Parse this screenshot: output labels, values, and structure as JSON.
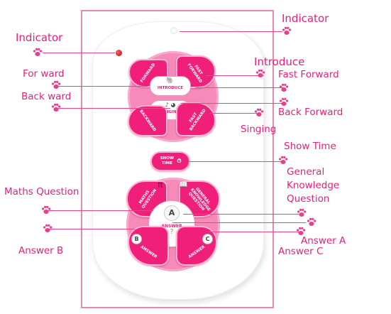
{
  "labels": {
    "indicator_top": "Indicator",
    "indicator_left": "Indicator",
    "introduce": "Introduce",
    "forward": "For ward",
    "fast_forward": "Fast Forward",
    "backward": "Back ward",
    "back_forward": "Back Forward",
    "singing": "Singing",
    "show_time": "Show Time",
    "general_knowledge": "General Knowledge Question",
    "maths_question": "Maths Question",
    "answer_a": "Answer A",
    "answer_b": "Answer B",
    "answer_c": "Answer C"
  },
  "buttons": {
    "forward": "FORWARD",
    "fast_forward": "FAST FORWARD",
    "introduce": "INTRODUCE",
    "singing": "SINGING",
    "backward": "BACKWARD",
    "fast_backward": "FAST BACKWARD",
    "show_time": "SHOW TIME",
    "maths_question": "MATHS QUESTION",
    "general_knowledge": "GENERAL KNOWLEDGE QUESTION",
    "answer_center": "ANSWER",
    "answer_b": "ANSWER",
    "answer_c": "ANSWER",
    "letter_a": "A",
    "letter_b": "B",
    "letter_c": "C",
    "pi": "π",
    "question_mark": "?"
  },
  "colors": {
    "label": "#e8207a",
    "button": "#f0207a",
    "frame": "#e88aac"
  }
}
